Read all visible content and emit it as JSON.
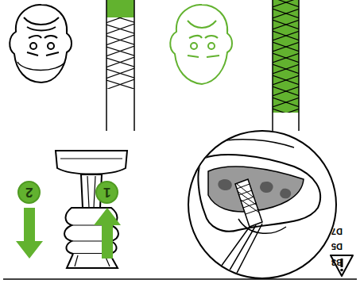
{
  "diagram": {
    "nodes": [
      {
        "text": [
          "1"
        ]
      },
      {
        "text": [
          "2"
        ]
      }
    ],
    "labels": [
      "B3",
      "D5",
      "D7"
    ]
  }
}
